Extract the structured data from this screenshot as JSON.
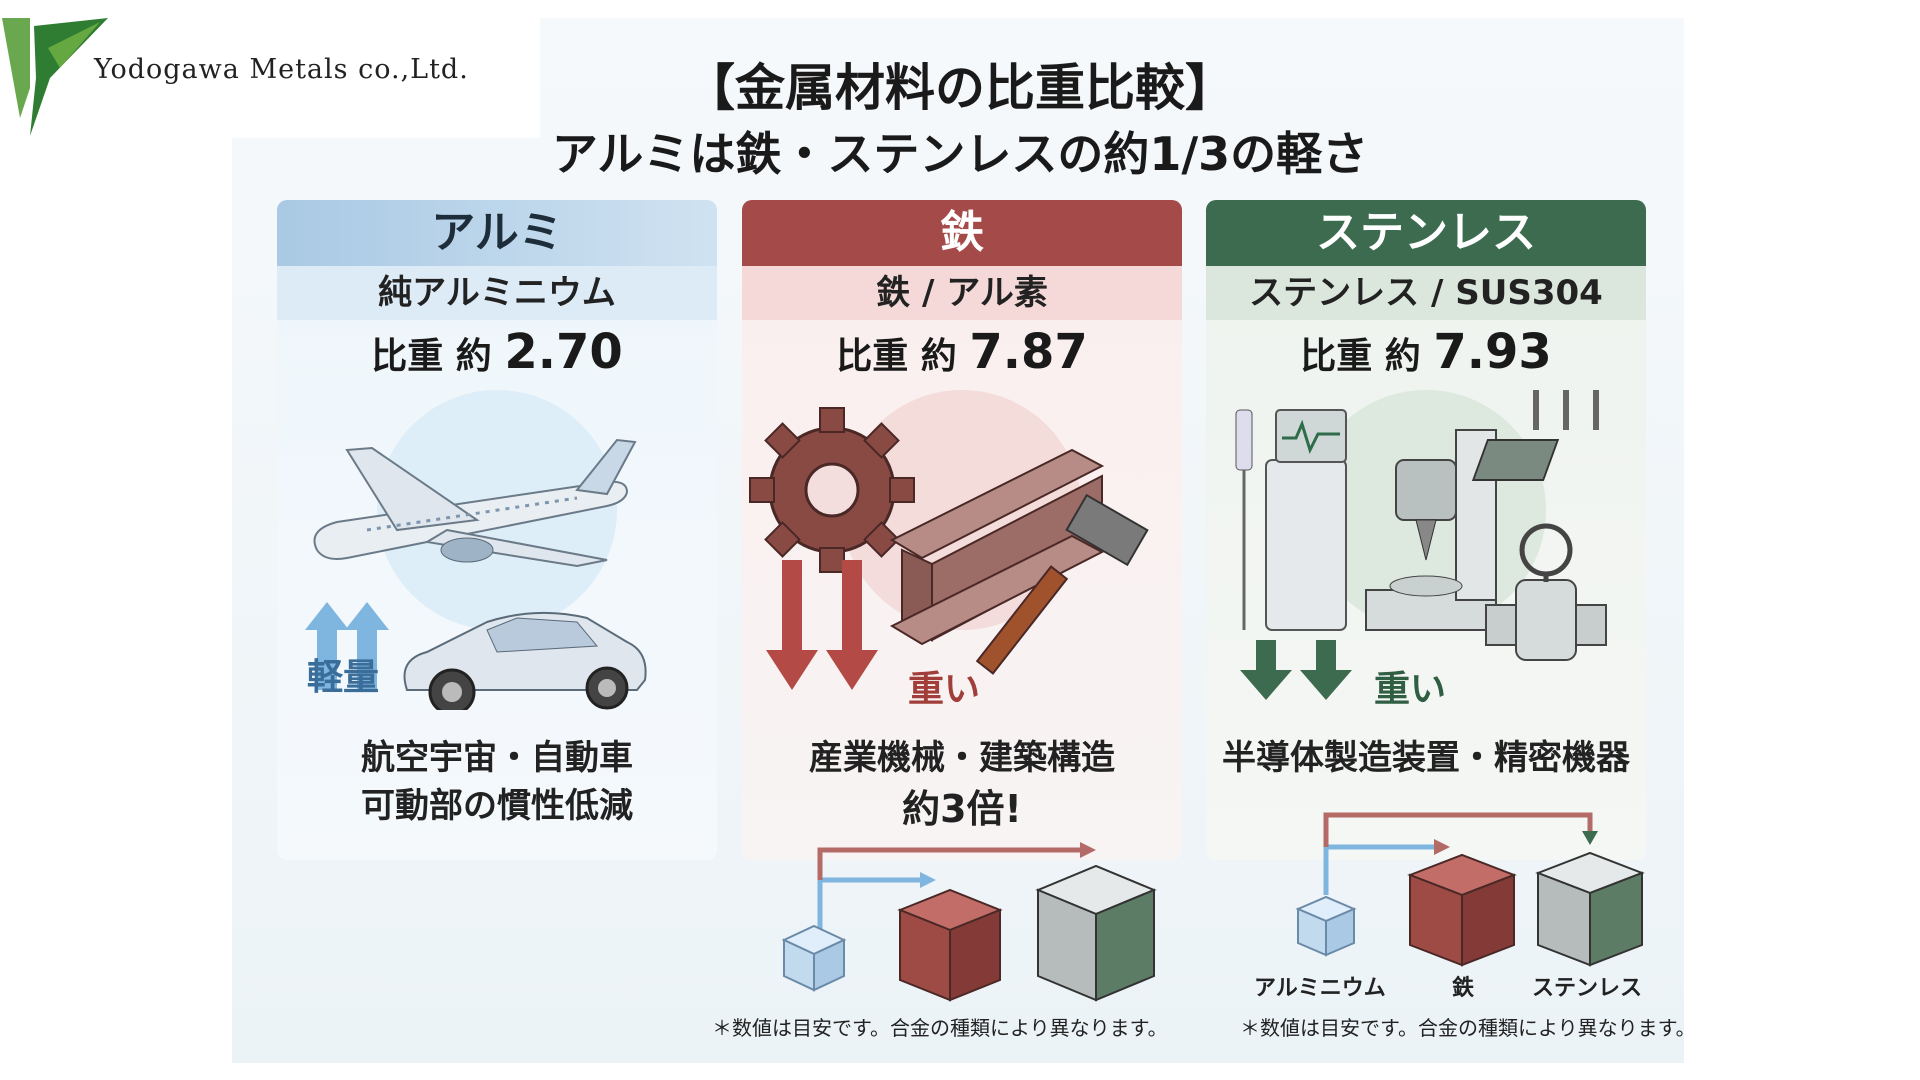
{
  "company": {
    "name": "Yodogawa Metals co.,Ltd."
  },
  "title": {
    "line1": "【金属材料の比重比較】",
    "line2": "アルミは鉄・ステンレスの約1/3の軽さ"
  },
  "columns": {
    "aluminum": {
      "header": "アルミ",
      "material": "純アルミニウム",
      "sg_label": "比重 約 ",
      "sg_value": "2.70",
      "tag": "軽量",
      "use1": "航空宇宙・自動車",
      "use2": "可動部の慣性低減"
    },
    "iron": {
      "header": "鉄",
      "material": "鉄 / アル素",
      "sg_label": "比重 約 ",
      "sg_value": "7.87",
      "tag": "重い",
      "use1": "産業機械・建築構造",
      "use2": "約3倍!"
    },
    "stainless": {
      "header": "ステンレス",
      "material": "ステンレス / SUS304",
      "sg_label": "比重 約 ",
      "sg_value": "7.93",
      "tag": "重い",
      "use1": "半導体製造装置・精密機器"
    }
  },
  "cube_labels": {
    "al": "アルミニウム",
    "fe": "鉄",
    "ss": "ステンレス"
  },
  "note": "＊数値は目安です。合金の種類により異なります。",
  "colors": {
    "al": "#a9c9e4",
    "fe": "#a44a48",
    "ss": "#3d6b4f",
    "logo_green": "#5a9a3a"
  }
}
